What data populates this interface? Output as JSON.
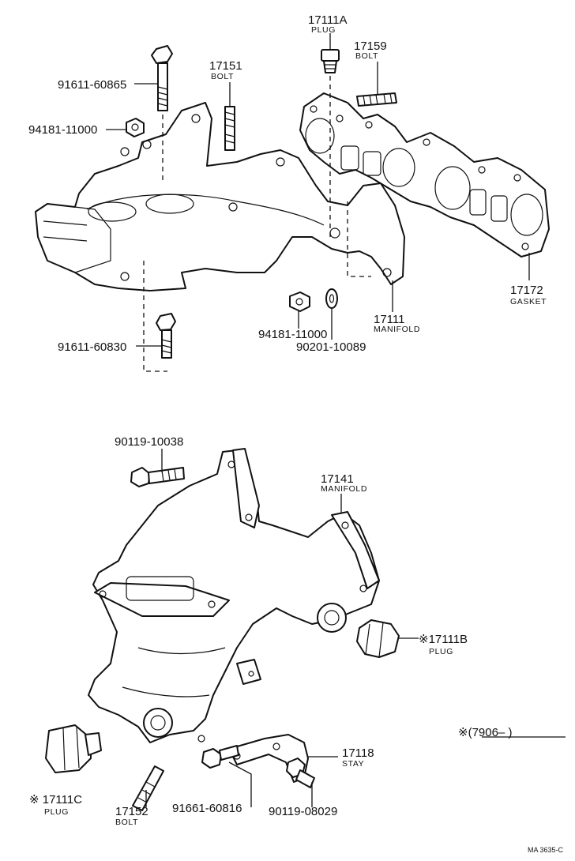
{
  "labels": {
    "p17111A": {
      "num": "17111A",
      "type": "PLUG"
    },
    "p17159": {
      "num": "17159",
      "type": "BOLT"
    },
    "p17151": {
      "num": "17151",
      "type": "BOLT"
    },
    "b91611_60865": "91611-60865",
    "n94181_11000_a": "94181-11000",
    "p17172": {
      "num": "17172",
      "type": "GASKET"
    },
    "p17111": {
      "num": "17111",
      "type": "MANIFOLD"
    },
    "n94181_11000_b": "94181-11000",
    "w90201_10089": "90201-10089",
    "b91611_60830": "91611-60830",
    "b90119_10038": "90119-10038",
    "p17141": {
      "num": "17141",
      "type": "MANIFOLD"
    },
    "p17111B": {
      "num": "※17111B",
      "type": "PLUG"
    },
    "note": "※(7906–        )",
    "p17118": {
      "num": "17118",
      "type": "STAY"
    },
    "p17111C": {
      "num": "※ 17111C",
      "type": "PLUG"
    },
    "b91661_60816": "91661-60816",
    "p17152": {
      "num": "17152",
      "type": "BOLT"
    },
    "b90119_08029": "90119-08029",
    "code": "MA 3635-C"
  }
}
